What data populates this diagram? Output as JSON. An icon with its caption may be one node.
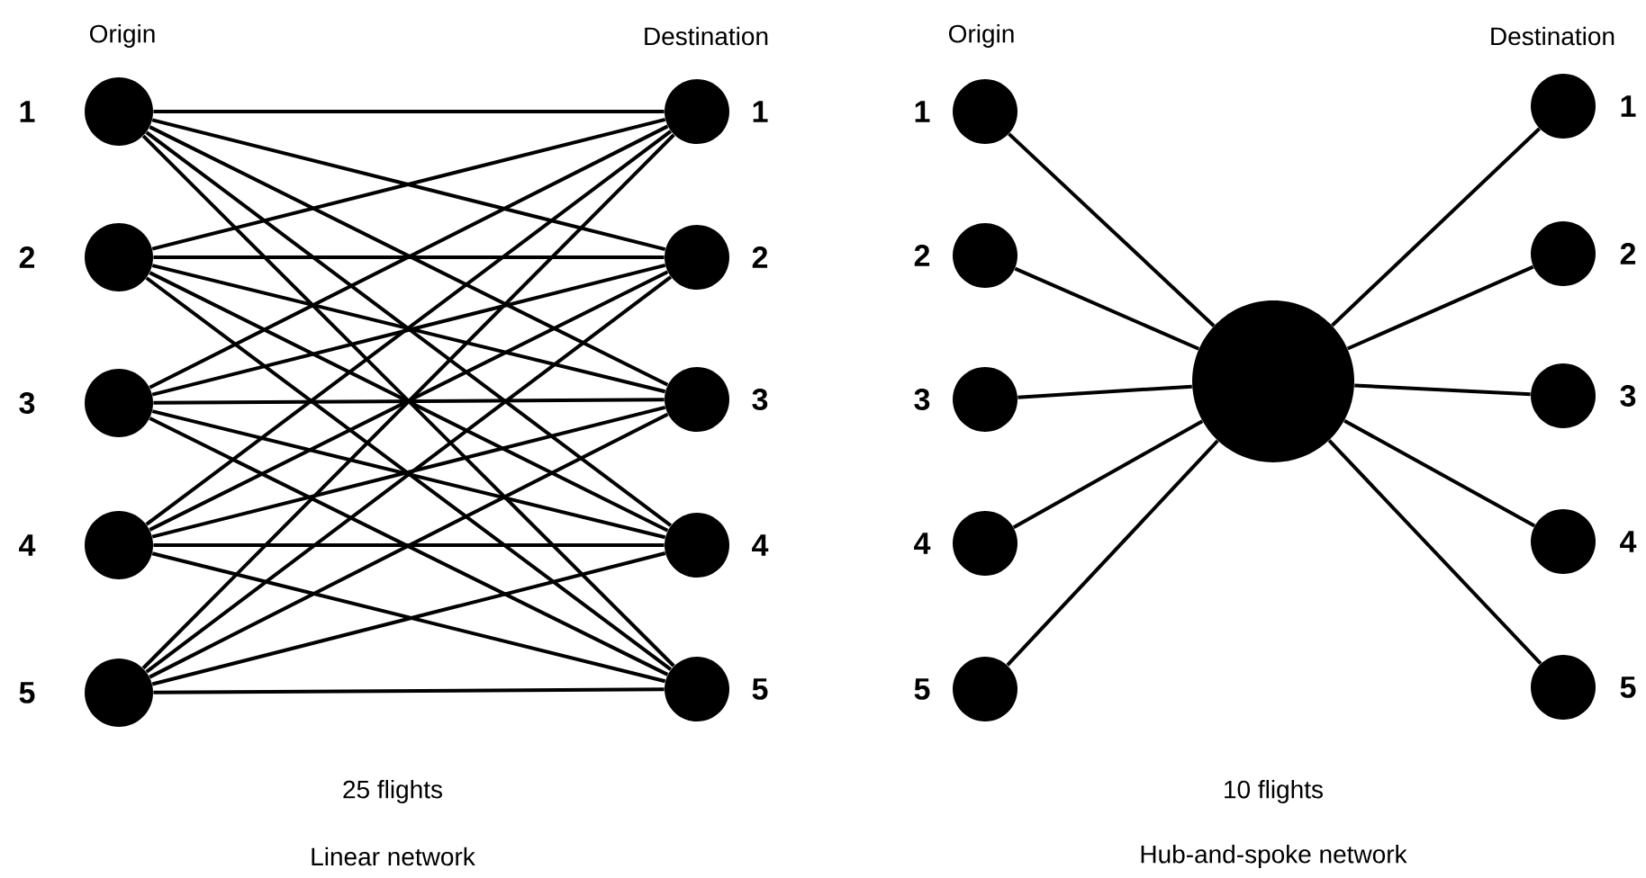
{
  "diagram": {
    "nodes": [
      {
        "text": [],
        "shape": "circle",
        "beside": [
          "1"
        ]
      },
      {
        "text": [],
        "shape": "circle",
        "beside": [
          "2"
        ]
      },
      {
        "text": [],
        "shape": "circle",
        "beside": [
          "3"
        ]
      },
      {
        "text": [],
        "shape": "circle",
        "beside": [
          "4"
        ]
      },
      {
        "text": [],
        "shape": "circle",
        "beside": [
          "5"
        ]
      },
      {
        "text": [],
        "shape": "circle",
        "beside": [
          "1"
        ]
      },
      {
        "text": [],
        "shape": "circle",
        "beside": [
          "2"
        ]
      },
      {
        "text": [],
        "shape": "circle",
        "beside": [
          "3"
        ]
      },
      {
        "text": [],
        "shape": "circle",
        "beside": [
          "4"
        ]
      },
      {
        "text": [],
        "shape": "circle",
        "beside": [
          "5"
        ]
      },
      {
        "text": [],
        "shape": "circle",
        "beside": [
          "1"
        ]
      },
      {
        "text": [],
        "shape": "circle",
        "beside": [
          "2"
        ]
      },
      {
        "text": [],
        "shape": "circle",
        "beside": [
          "3"
        ]
      },
      {
        "text": [],
        "shape": "circle",
        "beside": [
          "4"
        ]
      },
      {
        "text": [],
        "shape": "circle",
        "beside": [
          "5"
        ]
      },
      {
        "text": [],
        "shape": "circle"
      },
      {
        "text": [],
        "shape": "circle",
        "beside": [
          "1"
        ]
      },
      {
        "text": [],
        "shape": "circle",
        "beside": [
          "2"
        ]
      },
      {
        "text": [],
        "shape": "circle",
        "beside": [
          "3"
        ]
      },
      {
        "text": [],
        "shape": "circle",
        "beside": [
          "4"
        ]
      },
      {
        "text": [],
        "shape": "circle",
        "beside": [
          "5"
        ]
      }
    ],
    "edges": [
      {
        "from": 0,
        "to": 5,
        "arrow": "none"
      },
      {
        "from": 0,
        "to": 6,
        "arrow": "none"
      },
      {
        "from": 0,
        "to": 7,
        "arrow": "none"
      },
      {
        "from": 0,
        "to": 8,
        "arrow": "none"
      },
      {
        "from": 0,
        "to": 9,
        "arrow": "none"
      },
      {
        "from": 1,
        "to": 5,
        "arrow": "none"
      },
      {
        "from": 1,
        "to": 6,
        "arrow": "none"
      },
      {
        "from": 1,
        "to": 7,
        "arrow": "none"
      },
      {
        "from": 1,
        "to": 8,
        "arrow": "none"
      },
      {
        "from": 1,
        "to": 9,
        "arrow": "none"
      },
      {
        "from": 2,
        "to": 5,
        "arrow": "none"
      },
      {
        "from": 2,
        "to": 6,
        "arrow": "none"
      },
      {
        "from": 2,
        "to": 7,
        "arrow": "none"
      },
      {
        "from": 2,
        "to": 8,
        "arrow": "none"
      },
      {
        "from": 2,
        "to": 9,
        "arrow": "none"
      },
      {
        "from": 3,
        "to": 5,
        "arrow": "none"
      },
      {
        "from": 3,
        "to": 6,
        "arrow": "none"
      },
      {
        "from": 3,
        "to": 7,
        "arrow": "none"
      },
      {
        "from": 3,
        "to": 8,
        "arrow": "none"
      },
      {
        "from": 3,
        "to": 9,
        "arrow": "none"
      },
      {
        "from": 4,
        "to": 5,
        "arrow": "none"
      },
      {
        "from": 4,
        "to": 6,
        "arrow": "none"
      },
      {
        "from": 4,
        "to": 7,
        "arrow": "none"
      },
      {
        "from": 4,
        "to": 8,
        "arrow": "none"
      },
      {
        "from": 4,
        "to": 9,
        "arrow": "none"
      },
      {
        "from": 10,
        "to": 15,
        "arrow": "none"
      },
      {
        "from": 11,
        "to": 15,
        "arrow": "none"
      },
      {
        "from": 12,
        "to": 15,
        "arrow": "none"
      },
      {
        "from": 13,
        "to": 15,
        "arrow": "none"
      },
      {
        "from": 14,
        "to": 15,
        "arrow": "none"
      },
      {
        "from": 15,
        "to": 16,
        "arrow": "none"
      },
      {
        "from": 15,
        "to": 17,
        "arrow": "none"
      },
      {
        "from": 15,
        "to": 18,
        "arrow": "none"
      },
      {
        "from": 15,
        "to": 19,
        "arrow": "none"
      },
      {
        "from": 15,
        "to": 20,
        "arrow": "none"
      }
    ],
    "labels": [
      "Origin",
      "Destination",
      "Origin",
      "Destination",
      "25 flights",
      "10 flights",
      "Linear network",
      "Hub-and-spoke network"
    ]
  }
}
